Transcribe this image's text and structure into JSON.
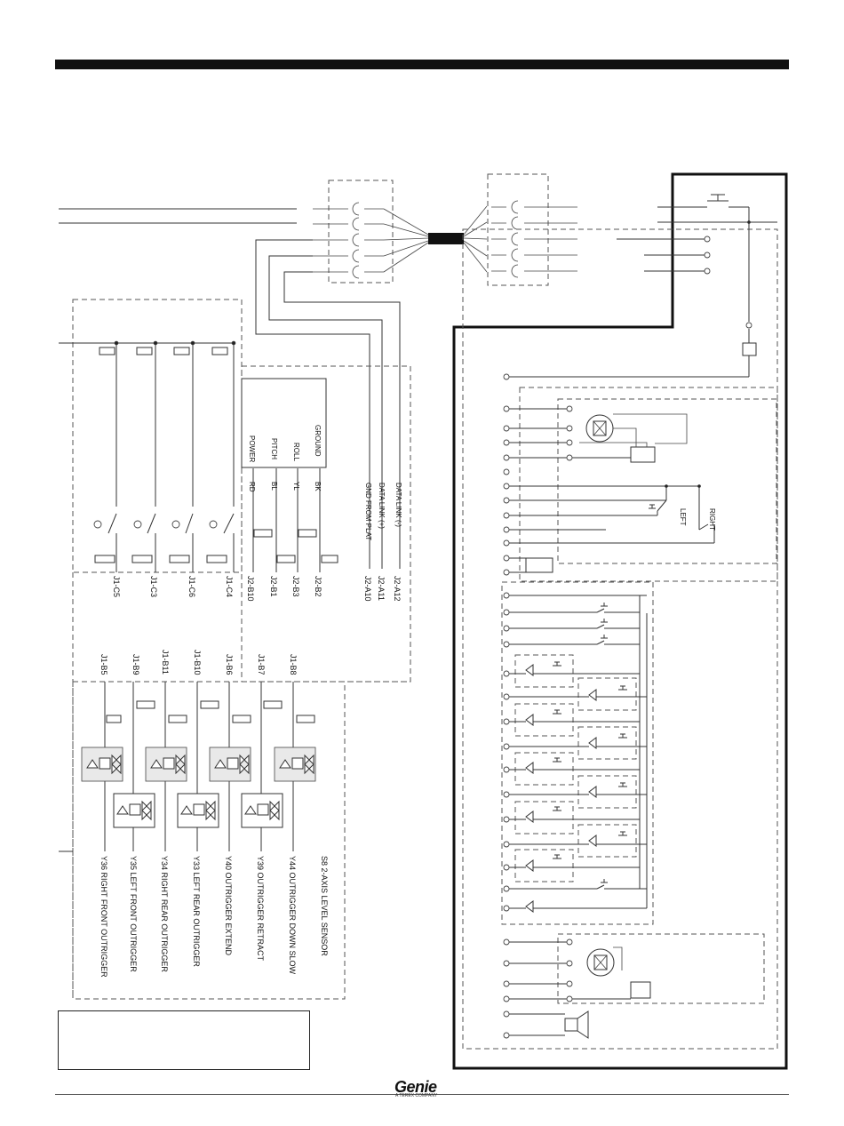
{
  "brand": {
    "logo_text": "Genie",
    "tagline": "A TEREX COMPANY"
  },
  "diagram": {
    "sensor": {
      "pins": [
        "POWER",
        "PITCH",
        "ROLL",
        "GROUND"
      ],
      "wire_colors": [
        "RD",
        "BL",
        "YL",
        "BK"
      ]
    },
    "ground_signals": [
      "GND FROM PLAT",
      "DATA LINK (+)",
      "DATA LINK (-)"
    ],
    "top_terminals": [
      "J1-C5",
      "J1-C3",
      "J1-C6",
      "J1-C4",
      "J2-B10",
      "J2-B1",
      "J2-B3",
      "J2-B2",
      "J2-A10",
      "J2-A11",
      "J2-A12"
    ],
    "bottom_terminals": [
      "J1-B5",
      "J1-B9",
      "J1-B11",
      "J1-B10",
      "J1-B6",
      "J1-B7",
      "J1-B8"
    ],
    "components": [
      "Y36 RIGHT FRONT OUTRIGGER",
      "Y35 LEFT FRONT OUTRIGGER",
      "Y34 RIGHT REAR OUTRIGGER",
      "Y33 LEFT REAR OUTRIGGER",
      "Y40 OUTRIGGER EXTEND",
      "Y39 OUTRIGGER RETRACT",
      "Y44 OUTRIGGER DOWN SLOW",
      "S8 2-AXIS LEVEL SENSOR"
    ],
    "joystick_labels": [
      "LEFT",
      "RIGHT"
    ]
  }
}
